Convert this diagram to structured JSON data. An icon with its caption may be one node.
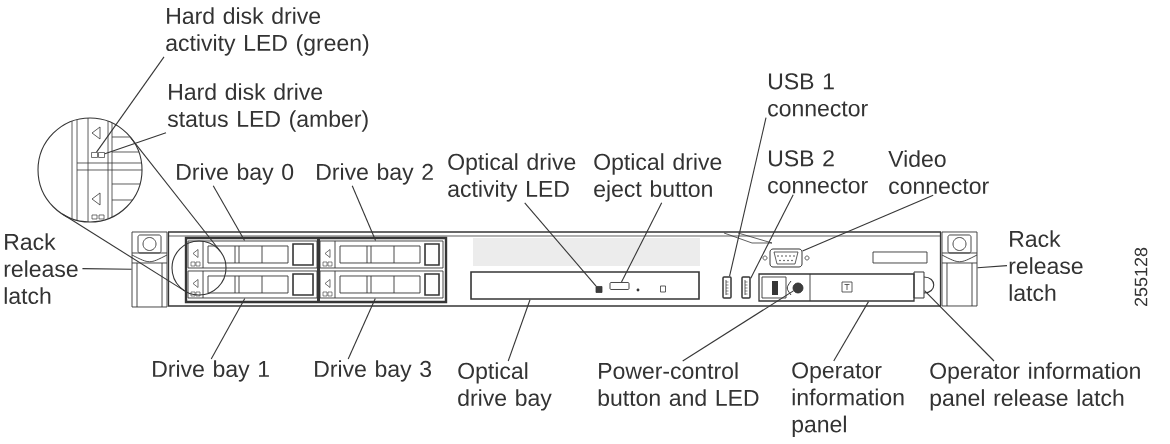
{
  "diagram": {
    "nodes": [
      {
        "text": [
          "Hard disk drive activity LED (green)"
        ]
      },
      {
        "text": [
          "USB 1 connector"
        ]
      },
      {
        "text": [
          "Hard disk drive status LED (amber)"
        ]
      },
      {
        "text": [
          "Drive bay 0"
        ]
      },
      {
        "text": [
          "Drive bay 2"
        ]
      },
      {
        "text": [
          "Optical drive activity LED"
        ]
      },
      {
        "text": [
          "Optical drive eject button"
        ]
      },
      {
        "text": [
          "USB 2 connector"
        ]
      },
      {
        "text": [
          "Video connector"
        ]
      },
      {
        "text": [
          "Rack release latch"
        ]
      },
      {
        "text": [
          "Rack release latch"
        ]
      },
      {
        "text": [
          "Drive bay 1"
        ]
      },
      {
        "text": [
          "Drive bay 3"
        ]
      },
      {
        "text": [
          "Optical drive bay"
        ]
      },
      {
        "text": [
          "Power-control button and LED"
        ]
      },
      {
        "text": [
          "Operator information panel"
        ]
      },
      {
        "text": [
          "Operator information panel release latch"
        ]
      },
      {
        "text": [],
        "shape": "box"
      },
      {
        "text": [],
        "shape": "box"
      },
      {
        "text": [],
        "shape": "box"
      },
      {
        "text": [],
        "shape": "box"
      },
      {
        "text": [],
        "shape": "box"
      },
      {
        "text": [],
        "shape": "box"
      },
      {
        "text": [],
        "shape": "box"
      },
      {
        "text": [],
        "shape": "box"
      },
      {
        "text": [],
        "shape": "box",
        "in": 24
      },
      {
        "text": [],
        "shape": "box",
        "in": 24
      },
      {
        "text": [],
        "shape": "box"
      },
      {
        "text": [],
        "shape": "box"
      },
      {
        "text": [],
        "shape": "box"
      },
      {
        "text": [],
        "shape": "circle",
        "in": 29
      },
      {
        "text": [],
        "shape": "box"
      },
      {
        "text": [],
        "shape": "box"
      },
      {
        "text": [],
        "shape": "box"
      }
    ],
    "edges": [
      {
        "from": 0,
        "to": 17,
        "arrow": "none"
      },
      {
        "from": 1,
        "to": 27,
        "arrow": "none"
      },
      {
        "from": 2,
        "to": 18,
        "arrow": "none"
      },
      {
        "from": 3,
        "to": 20,
        "arrow": "none"
      },
      {
        "from": 4,
        "to": 22,
        "arrow": "none"
      },
      {
        "from": 5,
        "to": 25,
        "arrow": "none"
      },
      {
        "from": 6,
        "to": 26,
        "arrow": "none"
      },
      {
        "from": 7,
        "to": 28,
        "arrow": "none"
      },
      {
        "from": 8,
        "to": 31,
        "arrow": "none"
      },
      {
        "from": 9,
        "to": 19,
        "arrow": "none"
      },
      {
        "from": 10,
        "to": 33,
        "arrow": "none"
      },
      {
        "from": 11,
        "to": 21,
        "arrow": "none"
      },
      {
        "from": 12,
        "to": 23,
        "arrow": "none"
      },
      {
        "from": 13,
        "to": 24,
        "arrow": "none"
      },
      {
        "from": 14,
        "to": 30,
        "arrow": "none"
      },
      {
        "from": 15,
        "to": 29,
        "arrow": "none"
      },
      {
        "from": 16,
        "to": 32,
        "arrow": "none"
      }
    ],
    "labels": [
      "255128"
    ]
  }
}
